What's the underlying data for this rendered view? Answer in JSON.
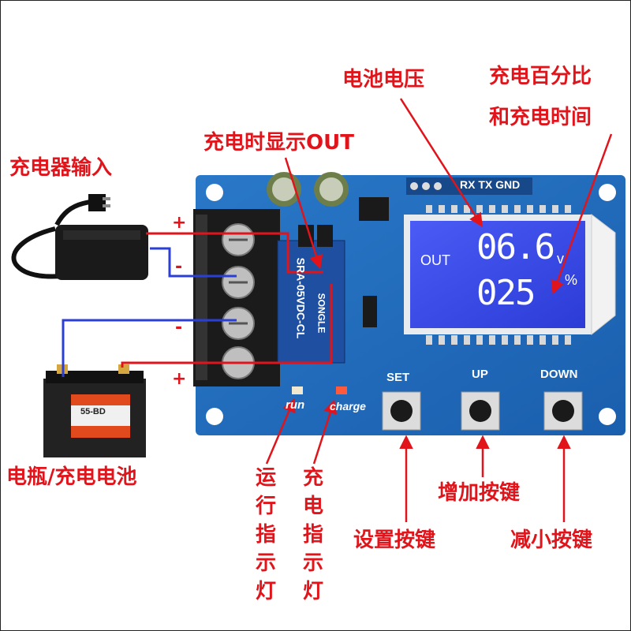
{
  "labels": {
    "charger_input": "充电器输入",
    "battery": "电瓶/充电电池",
    "out_display": "充电时显示OUT",
    "voltage": "电池电压",
    "percent_line1": "充电百分比",
    "percent_line2": "和充电时间",
    "run_led": [
      "运",
      "行",
      "指",
      "示",
      "灯"
    ],
    "charge_led": [
      "充",
      "电",
      "指",
      "示",
      "灯"
    ],
    "up_button": "增加按键",
    "set_button": "设置按键",
    "down_button": "减小按键"
  },
  "pcb": {
    "header_text": "RX TX GND",
    "set": "SET",
    "up": "UP",
    "down": "DOWN",
    "run": "run",
    "charge": "charge",
    "relay_text": "SRA-05VDC-CL",
    "relay_brand": "SONGLE"
  },
  "lcd": {
    "out": "OUT",
    "voltage": "06.6",
    "voltage_unit": "v",
    "percent": "025",
    "percent_unit": "%"
  },
  "polarity": {
    "plus1": "+",
    "minus1": "-",
    "minus2": "-",
    "plus2": "+"
  },
  "battery_label": "55-BD"
}
